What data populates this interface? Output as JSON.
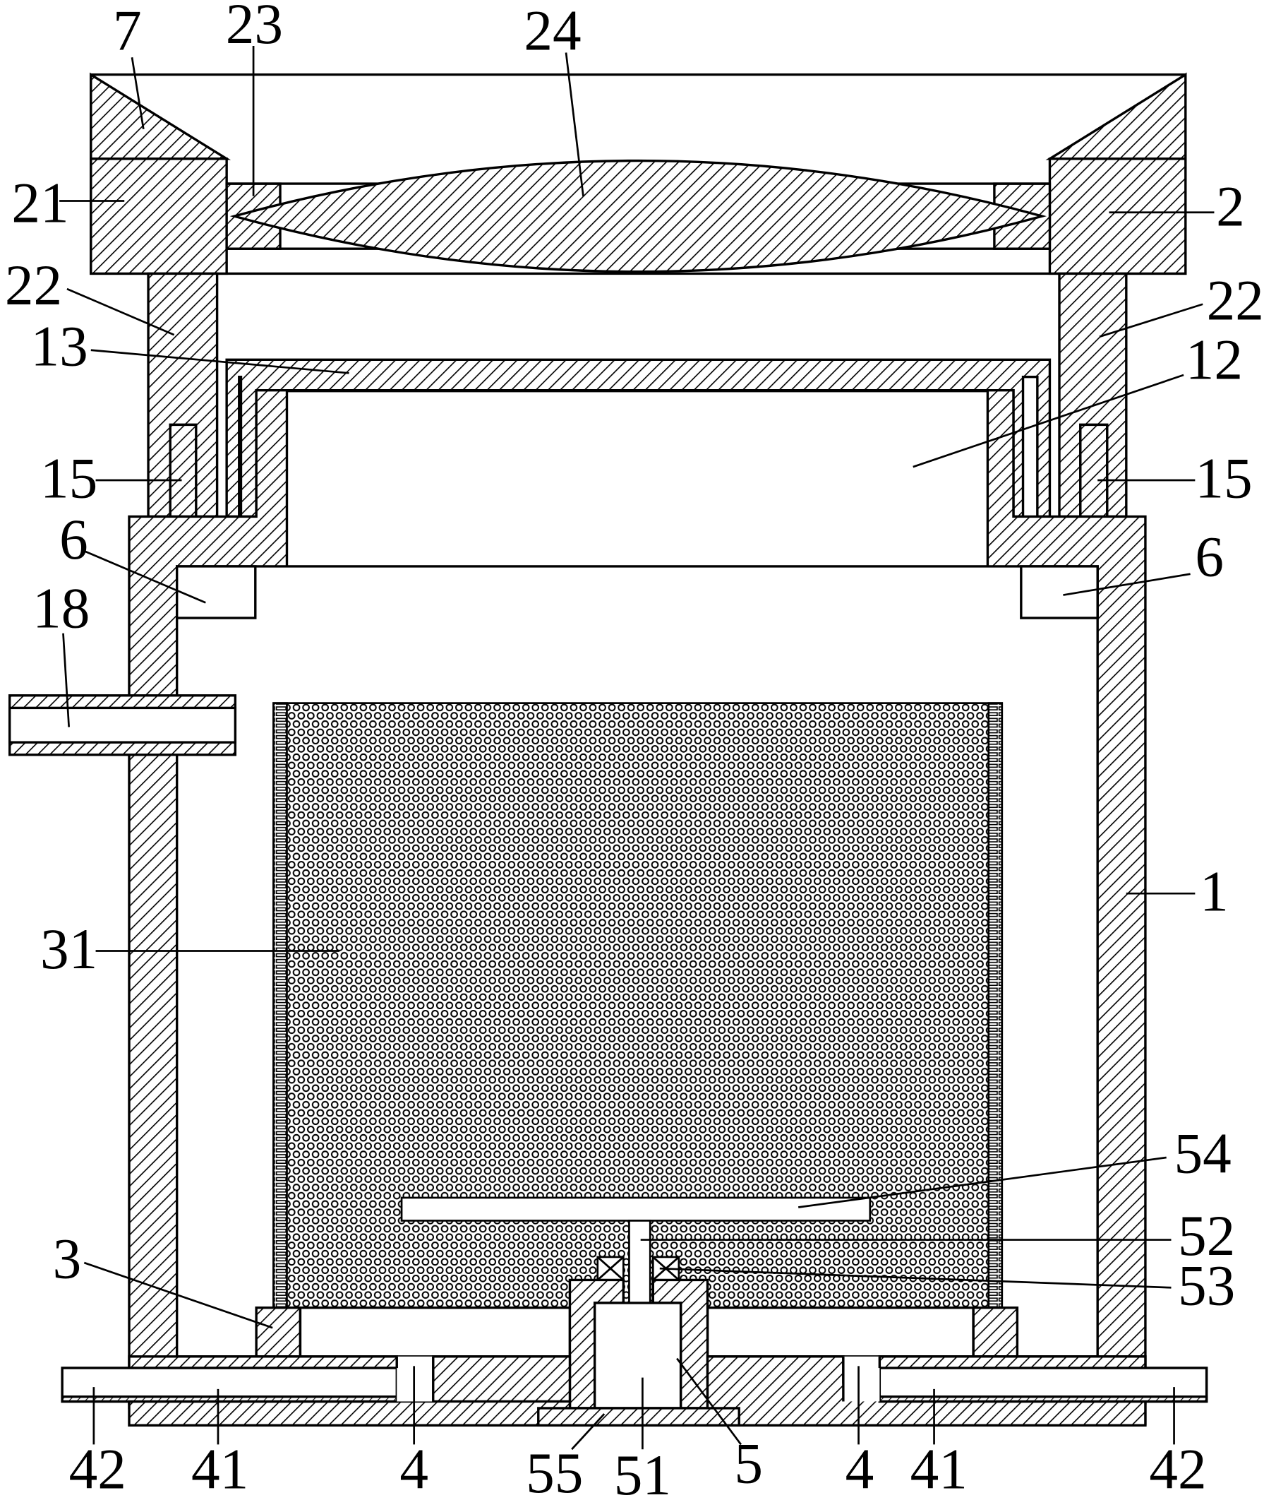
{
  "labels": {
    "l7": "7",
    "l23": "23",
    "l24": "24",
    "l21": "21",
    "l2": "2",
    "l22_left": "22",
    "l22_right": "22",
    "l13": "13",
    "l12": "12",
    "l15_left": "15",
    "l15_right": "15",
    "l6_left": "6",
    "l6_right": "6",
    "l18": "18",
    "l1": "1",
    "l31": "31",
    "l54": "54",
    "l52": "52",
    "l53": "53",
    "l3": "3",
    "l42_left": "42",
    "l41_left": "41",
    "l4_left": "4",
    "l55": "55",
    "l51": "51",
    "l5": "5",
    "l4_right": "4",
    "l41_right": "41",
    "l42_right": "42"
  }
}
